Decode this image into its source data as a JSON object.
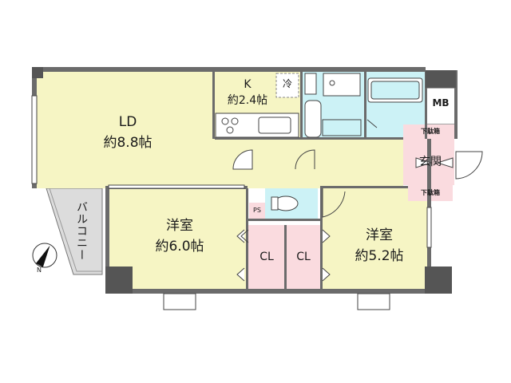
{
  "rooms": {
    "ld": {
      "name": "LD",
      "size": "約8.8帖"
    },
    "kitchen": {
      "name": "K",
      "size": "約2.4帖"
    },
    "fridge": "冷",
    "mb": "MB",
    "shoe_upper": "下駄箱",
    "genkan": "玄関",
    "shoe_lower": "下駄箱",
    "western_left": {
      "name": "洋室",
      "size": "約6.0帖"
    },
    "western_right": {
      "name": "洋室",
      "size": "約5.2帖"
    },
    "closet_left": "CL",
    "closet_right": "CL",
    "ps": "PS",
    "balcony": "バルコニー"
  },
  "compass": {
    "north_label": "N"
  },
  "colors": {
    "living": "#f6f5c4",
    "water": "#ccf2f6",
    "closet": "#fadbdf",
    "balcony": "#dcdcdc",
    "wall": "#6b6b6b",
    "pillar": "#555555"
  }
}
